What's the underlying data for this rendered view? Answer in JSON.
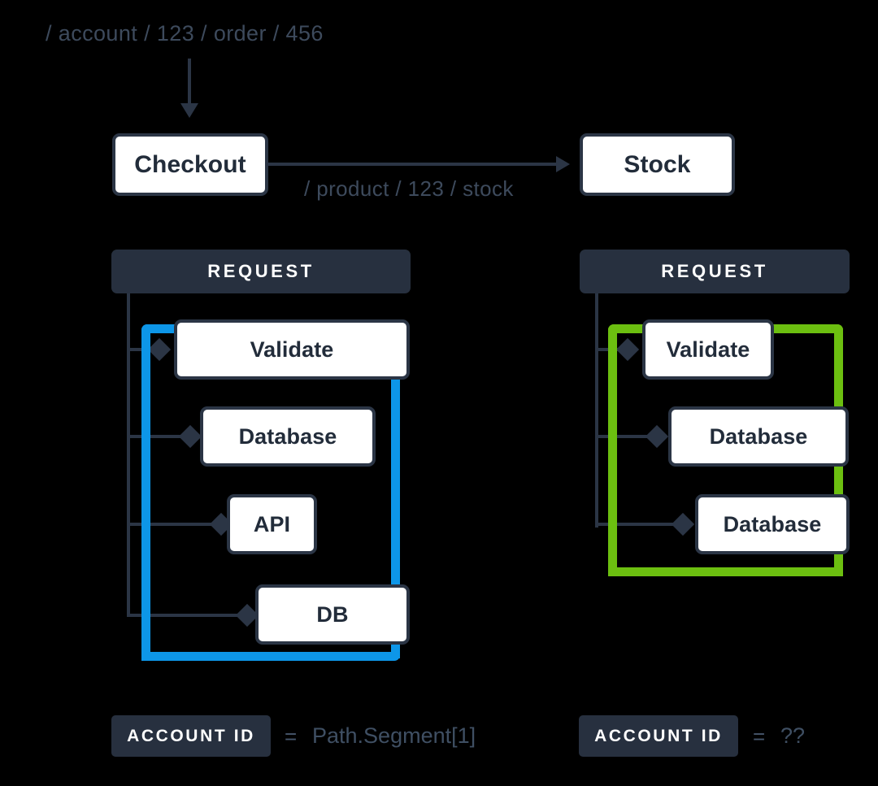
{
  "colors": {
    "background": "#000000",
    "node_border": "#2b3545",
    "node_fill": "#ffffff",
    "header_fill": "#27303f",
    "text_muted": "#3d4a5c",
    "trace_blue": "#0d96e8",
    "trace_green": "#6cbf10"
  },
  "top": {
    "entry_path": "/ account / 123 / order / 456",
    "service_a": "Checkout",
    "service_b": "Stock",
    "edge_path": "/ product / 123 / stock"
  },
  "panels": [
    {
      "id": "left",
      "header": "REQUEST",
      "trace_color": "#0d96e8",
      "nodes": [
        {
          "label": "Validate"
        },
        {
          "label": "Database"
        },
        {
          "label": "API"
        },
        {
          "label": "DB"
        }
      ],
      "legend": {
        "badge": "ACCOUNT ID",
        "equals": "=",
        "value": "Path.Segment[1]"
      }
    },
    {
      "id": "right",
      "header": "REQUEST",
      "trace_color": "#6cbf10",
      "nodes": [
        {
          "label": "Validate"
        },
        {
          "label": "Database"
        },
        {
          "label": "Database"
        }
      ],
      "legend": {
        "badge": "ACCOUNT ID",
        "equals": "=",
        "value": "??"
      }
    }
  ]
}
